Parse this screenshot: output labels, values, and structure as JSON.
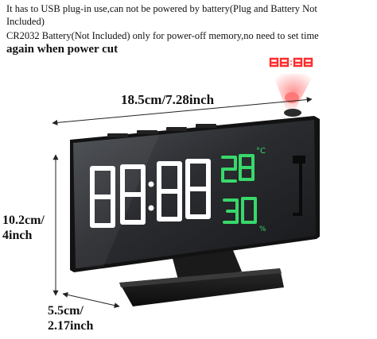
{
  "notes": {
    "line1a": "It has to USB plug-in use,can not be powered by battery(Plug and Battery Not",
    "line1b": "Included)",
    "line2": "CR2032 Battery(Not Included) only for power-off memory,no need to set time",
    "line3": "again when power cut"
  },
  "dimensions": {
    "width": "18.5cm/7.28inch",
    "height_cm": "10.2cm/",
    "height_in": "4inch",
    "depth_cm": "5.5cm/",
    "depth_in": "2.17inch"
  },
  "display": {
    "temperature_unit": "°C",
    "humidity_unit": "%"
  },
  "colors": {
    "time_digits": "#ffffff",
    "sensor_digits": "#38d86a",
    "projection": "#ff2d2d",
    "body": "#121212"
  }
}
